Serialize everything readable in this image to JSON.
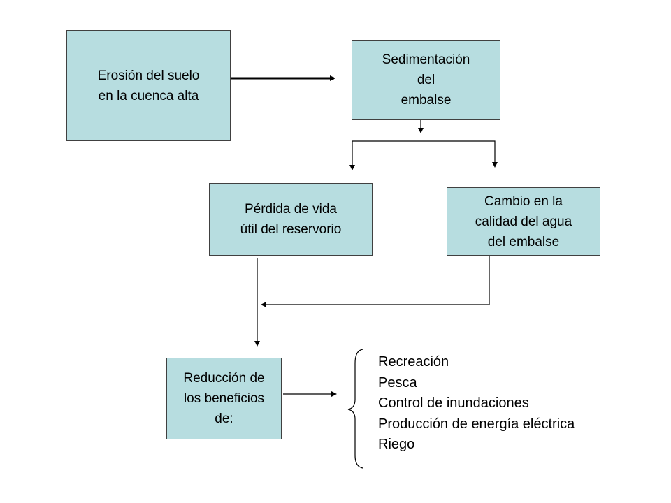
{
  "colors": {
    "box_fill": "#b7dde0",
    "box_border": "#404040",
    "connector": "#000000"
  },
  "boxes": {
    "erosion": {
      "lines": [
        "Erosión del suelo",
        "en la cuenca alta"
      ]
    },
    "sedimentation": {
      "lines": [
        "Sedimentación",
        "del",
        "embalse"
      ]
    },
    "loss": {
      "lines": [
        "Pérdida de vida",
        "útil del reservorio"
      ]
    },
    "quality": {
      "lines": [
        "Cambio en la",
        "calidad del agua",
        "del embalse"
      ]
    },
    "reduction": {
      "lines": [
        "Reducción de",
        "los beneficios",
        "de:"
      ]
    }
  },
  "benefits": [
    "Recreación",
    "Pesca",
    "Control de inundaciones",
    "Producción de energía eléctrica",
    "Riego"
  ]
}
